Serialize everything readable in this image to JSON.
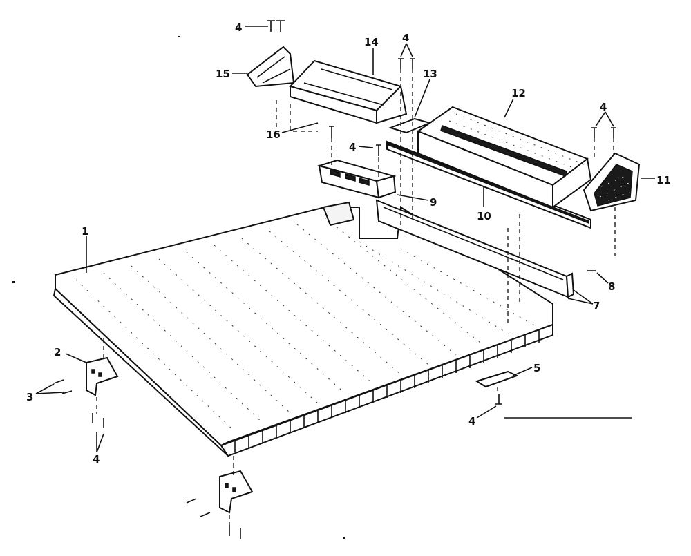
{
  "diagram": {
    "callouts": [
      {
        "id": "c1",
        "label": "1"
      },
      {
        "id": "c2",
        "label": "2"
      },
      {
        "id": "c3",
        "label": "3"
      },
      {
        "id": "c4a",
        "label": "4"
      },
      {
        "id": "c4b",
        "label": "4"
      },
      {
        "id": "c4c",
        "label": "4"
      },
      {
        "id": "c4d",
        "label": "4"
      },
      {
        "id": "c4e",
        "label": "4"
      },
      {
        "id": "c4f",
        "label": "4"
      },
      {
        "id": "c5",
        "label": "5"
      },
      {
        "id": "c7",
        "label": "7"
      },
      {
        "id": "c8",
        "label": "8"
      },
      {
        "id": "c9",
        "label": "9"
      },
      {
        "id": "c10",
        "label": "10"
      },
      {
        "id": "c11",
        "label": "11"
      },
      {
        "id": "c12",
        "label": "12"
      },
      {
        "id": "c13",
        "label": "13"
      },
      {
        "id": "c14",
        "label": "14"
      },
      {
        "id": "c15",
        "label": "15"
      },
      {
        "id": "c16",
        "label": "16"
      }
    ],
    "colors": {
      "ink": "#111111",
      "paper": "#ffffff"
    }
  }
}
